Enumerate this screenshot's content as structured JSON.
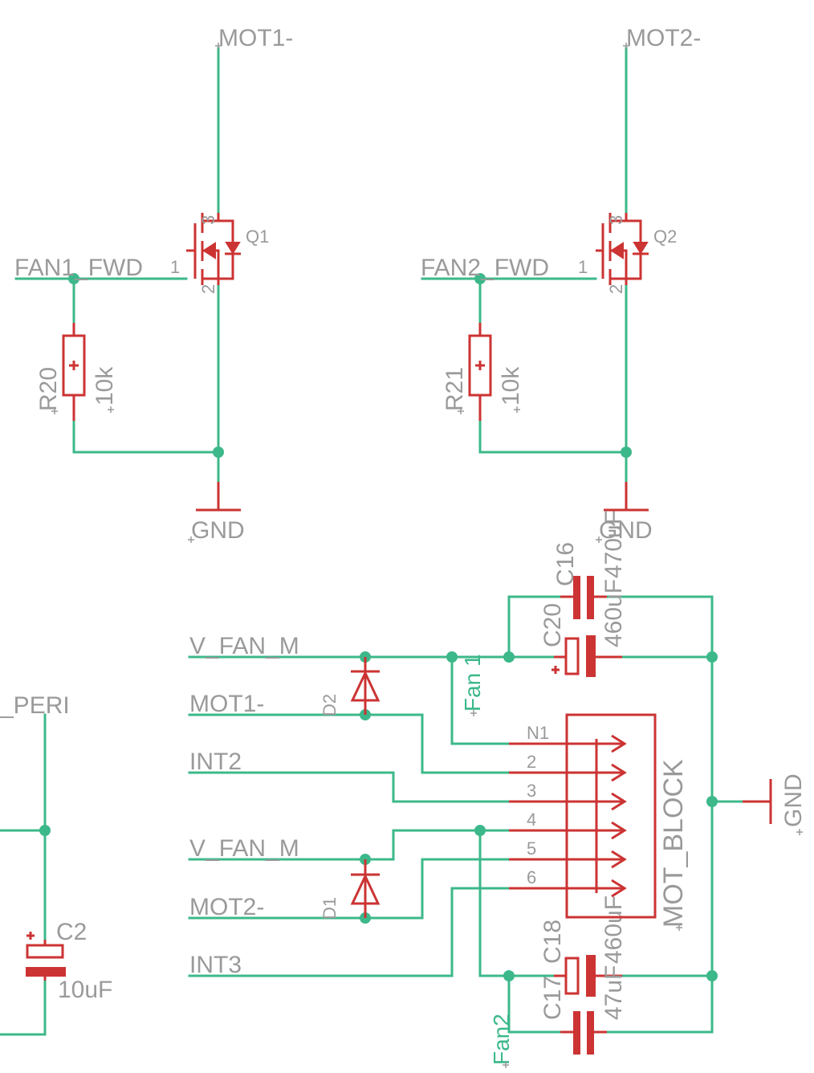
{
  "nets": {
    "mot1_top": "MOT1-",
    "mot2_top": "MOT2-",
    "fan1_fwd": "FAN1_FWD",
    "fan2_fwd": "FAN2_FWD",
    "gnd1": "GND",
    "gnd2": "GND",
    "gnd3": "GND",
    "v_fan_m_a": "V_FAN_M",
    "v_fan_m_b": "V_FAN_M",
    "mot1_left": "MOT1-",
    "mot2_left": "MOT2-",
    "int2": "INT2",
    "int3": "INT3",
    "peri": "_PERI",
    "fan1": "Fan 1",
    "fan2": "Fan2"
  },
  "parts": {
    "q1": {
      "name": "Q1",
      "gate_pin": "1",
      "drain_pin": "3",
      "source_pin": "2"
    },
    "q2": {
      "name": "Q2",
      "gate_pin": "1",
      "drain_pin": "3",
      "source_pin": "2"
    },
    "r20": {
      "name": "R20",
      "value": "10k"
    },
    "r21": {
      "name": "R21",
      "value": "10k"
    },
    "c2": {
      "name": "C2",
      "value": "10uF"
    },
    "c16": {
      "name": "C16",
      "value": "470uF"
    },
    "c20": {
      "name": "C20",
      "value": "460uF"
    },
    "c17": {
      "name": "C17",
      "value": "47uF"
    },
    "c18": {
      "name": "C18",
      "value": "460uF"
    },
    "d1": {
      "name": "D1"
    },
    "d2": {
      "name": "D2"
    },
    "mot_block": {
      "name": "MOT_BLOCK",
      "pins": [
        "N1",
        "2",
        "3",
        "4",
        "5",
        "6"
      ]
    }
  },
  "colors": {
    "wire": "#3cb88a",
    "symbol": "#cc3333",
    "label": "#9a9a9a"
  }
}
